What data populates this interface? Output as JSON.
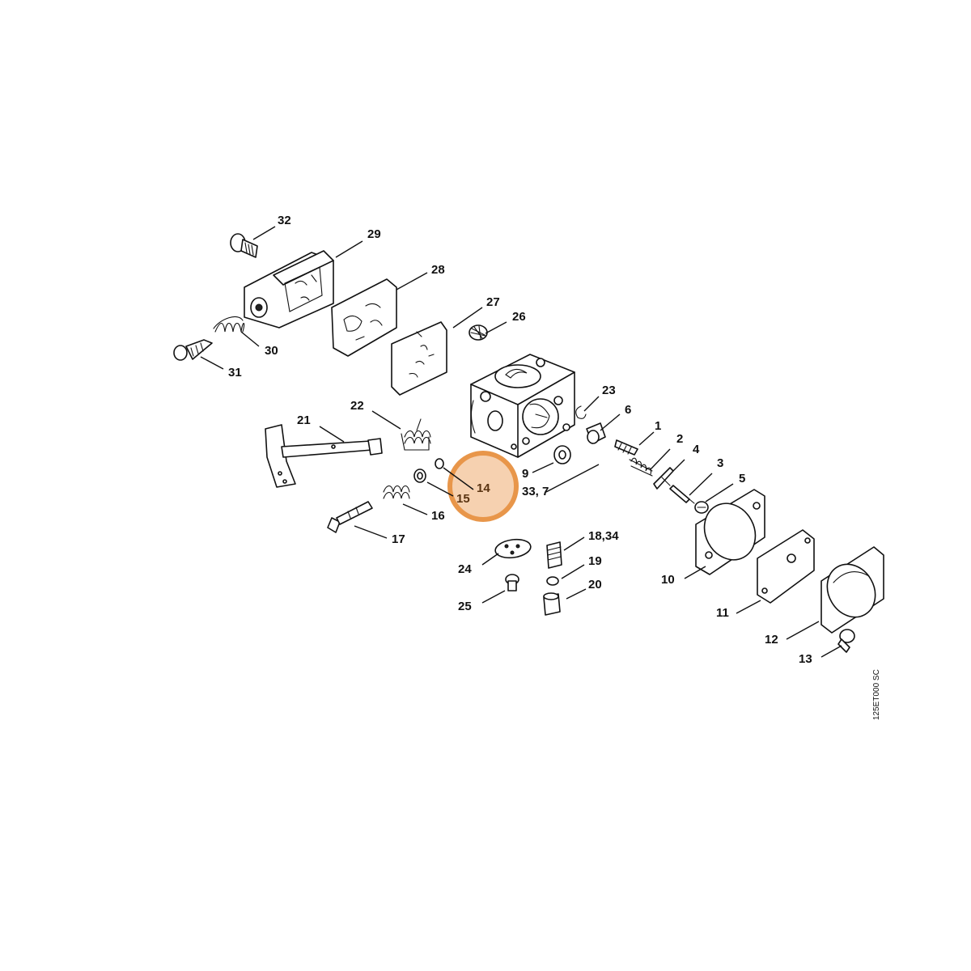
{
  "diagram_code": "125ET000 SC",
  "highlight": {
    "color": "#e8964a",
    "fill": "#f4c9a2",
    "part": "14"
  },
  "labels": {
    "l1": "1",
    "l2": "2",
    "l3": "3",
    "l4": "4",
    "l5": "5",
    "l6": "6",
    "l9": "9",
    "l10": "10",
    "l11": "11",
    "l12": "12",
    "l13": "13",
    "l14": "14",
    "l15": "15",
    "l16": "16",
    "l17": "17",
    "l18_34": "18,34",
    "l19": "19",
    "l20": "20",
    "l21": "21",
    "l22": "22",
    "l23": "23",
    "l24": "24",
    "l25": "25",
    "l26": "26",
    "l27": "27",
    "l28": "28",
    "l29": "29",
    "l30": "30",
    "l31": "31",
    "l32": "32",
    "l33_7": "33, 7"
  }
}
